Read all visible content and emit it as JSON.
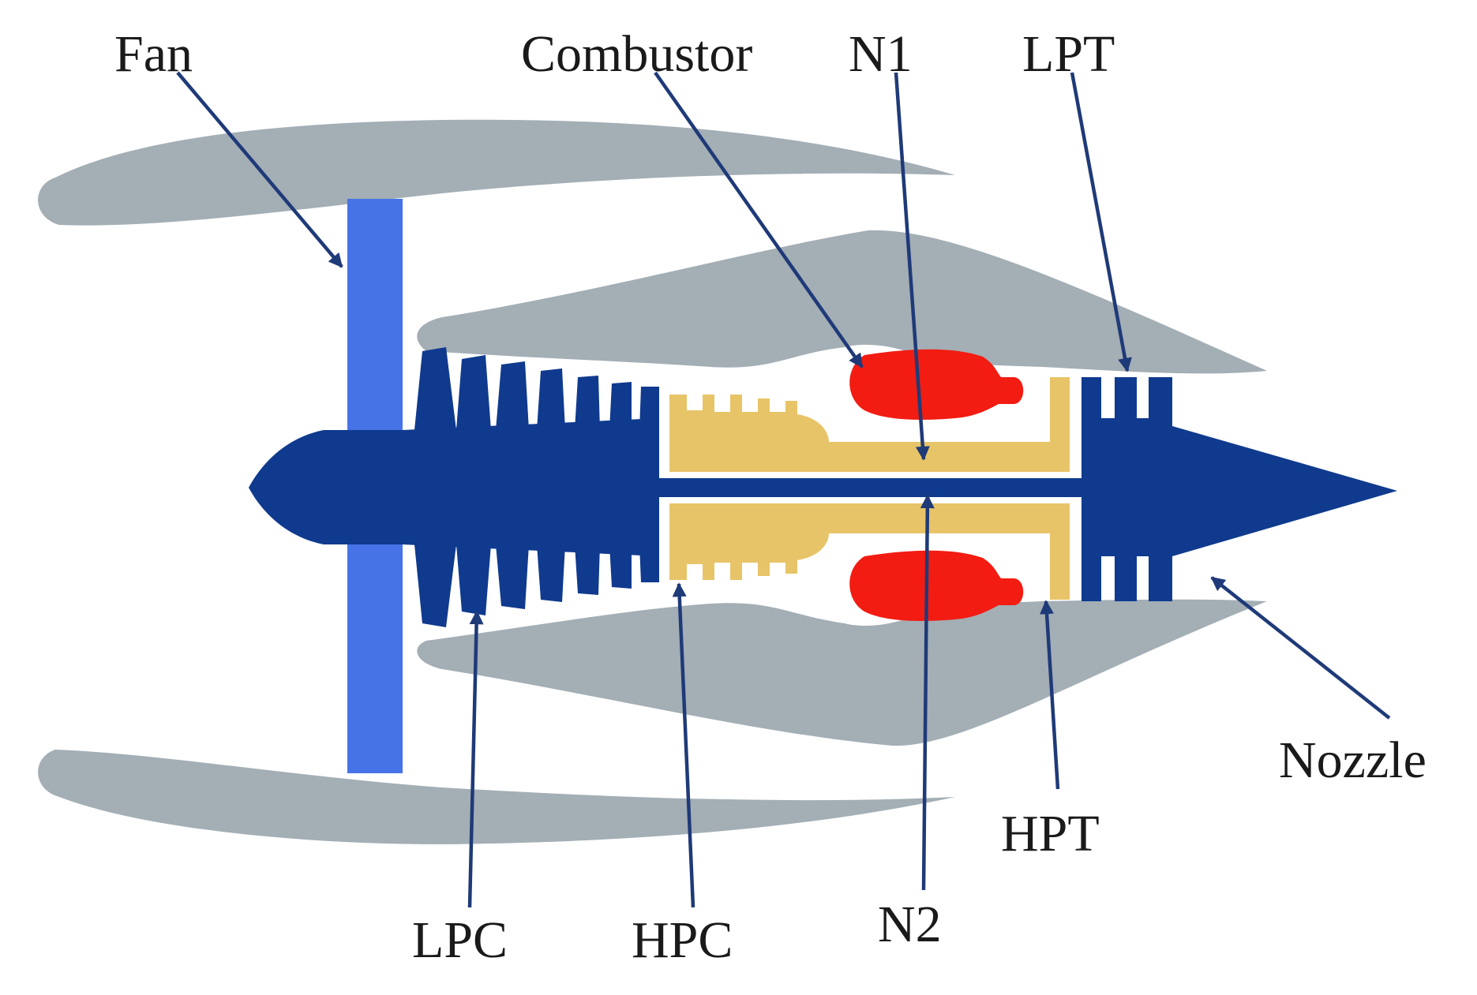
{
  "colors": {
    "nacelle": "#a3aeb5",
    "fan": "#4674e6",
    "low_spool": "#0f3a8e",
    "high_spool": "#e8c468",
    "combustor": "#f21c12",
    "arrow": "#1f3a78",
    "text": "#1a1a1a"
  },
  "labels": {
    "fan": "Fan",
    "combustor": "Combustor",
    "n1": "N1",
    "lpt": "LPT",
    "nozzle": "Nozzle",
    "hpt": "HPT",
    "lpc": "LPC",
    "hpc": "HPC",
    "n2": "N2"
  }
}
